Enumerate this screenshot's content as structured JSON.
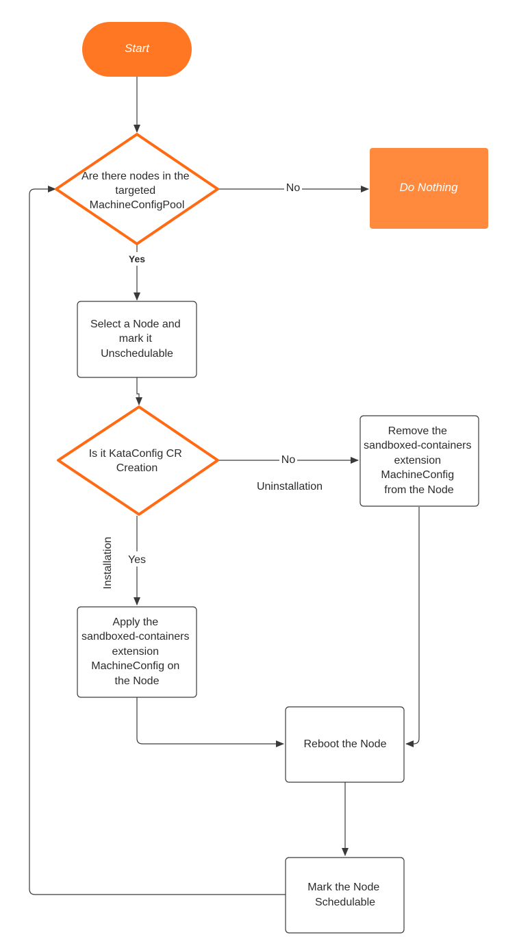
{
  "colors": {
    "accent": "#ff7722",
    "accent_light": "#ff8a3d",
    "stroke": "#3a3a3a",
    "text": "#2b2b2b"
  },
  "nodes": {
    "start": {
      "lines": [
        "Start"
      ]
    },
    "decision_nodes": {
      "lines": [
        "Are there nodes in the",
        "targeted",
        "MachineConfigPool"
      ]
    },
    "do_nothing": {
      "lines": [
        "Do Nothing"
      ]
    },
    "select_node": {
      "lines": [
        "Select a Node and",
        "mark it",
        "Unschedulable"
      ]
    },
    "decision_kata": {
      "lines": [
        "Is it KataConfig CR",
        "Creation"
      ]
    },
    "remove_mc": {
      "lines": [
        "Remove the",
        "sandboxed-containers",
        "extension",
        "MachineConfig",
        "from the Node"
      ]
    },
    "apply_mc": {
      "lines": [
        "Apply the",
        "sandboxed-containers",
        "extension",
        "MachineConfig on",
        "the Node"
      ]
    },
    "reboot": {
      "lines": [
        "Reboot the Node"
      ]
    },
    "mark_schedulable": {
      "lines": [
        "Mark the Node",
        "Schedulable"
      ]
    }
  },
  "edge_labels": {
    "no_1": "No",
    "yes_1": "Yes",
    "no_2": "No",
    "uninstallation": "Uninstallation",
    "yes_2": "Yes",
    "installation": "Installation"
  }
}
